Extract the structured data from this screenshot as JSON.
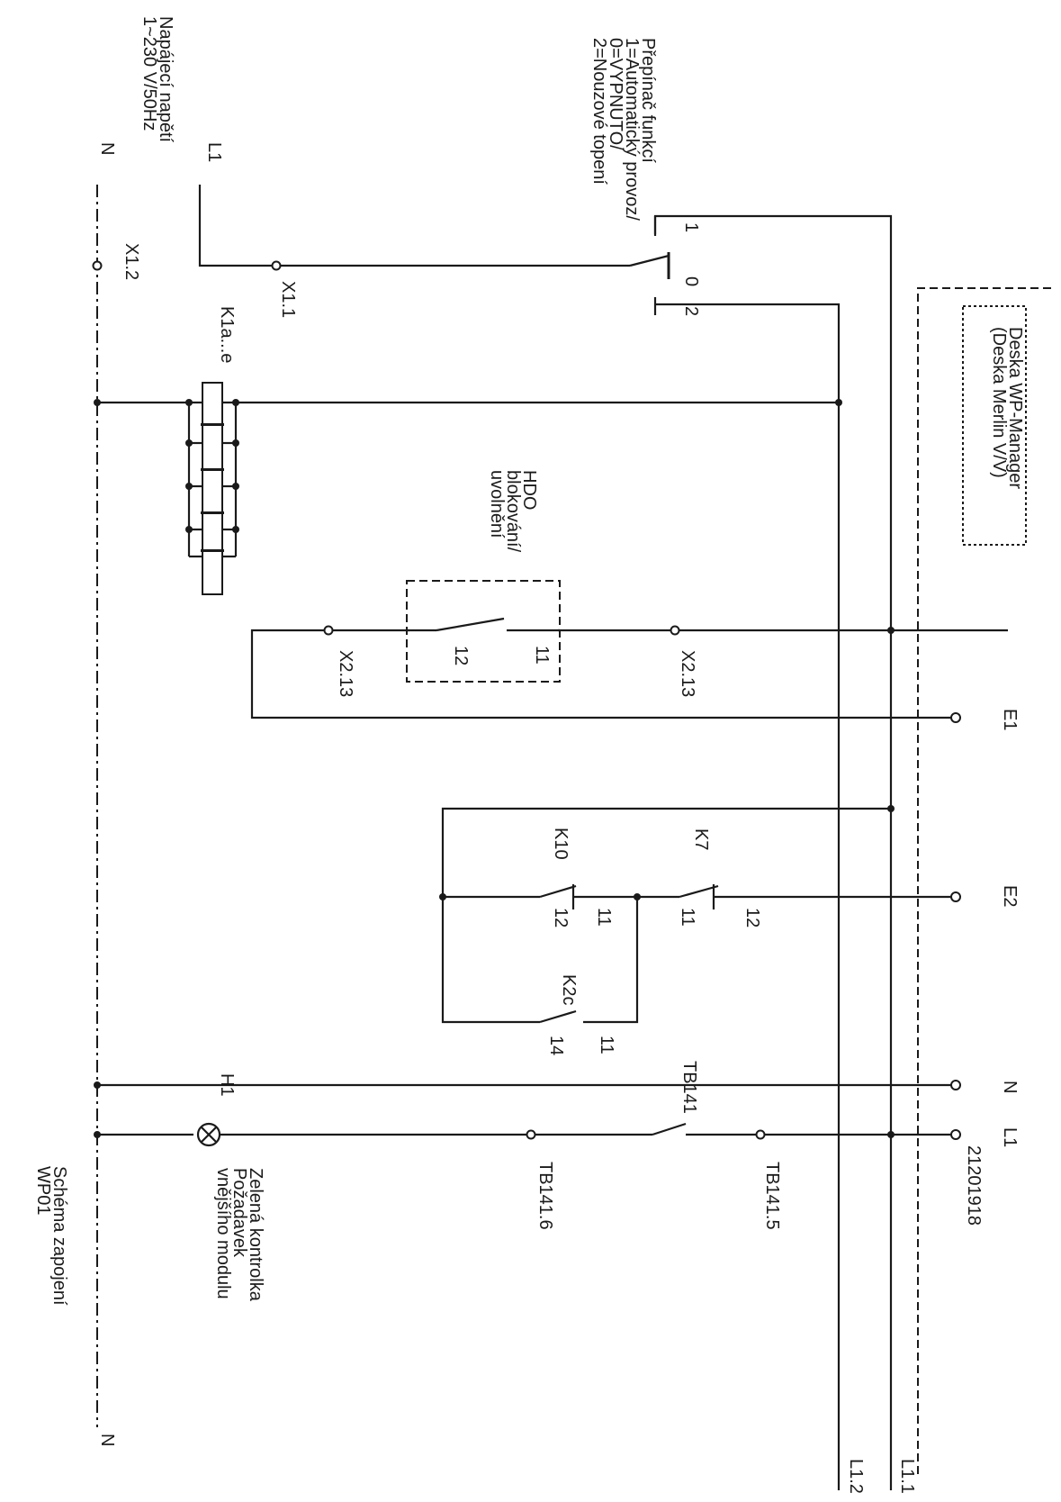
{
  "supply": {
    "title_line1": "Napájecí napětí",
    "title_line2": "1~230 V/50Hz",
    "l1": "L1",
    "n_top": "N",
    "n_bottom": "N"
  },
  "terminals": {
    "x1_1": "X1.1",
    "x1_2": "X1.2",
    "x2_13_left": "X2.13",
    "x2_13_right": "X2.13",
    "tb141_6": "TB141.6",
    "tb141_5": "TB141.5",
    "e1": "E1",
    "e2": "E2",
    "n_out": "N",
    "l1_out": "L1",
    "l1_1": "L1.1",
    "l1_2": "L1.2",
    "part_no": "21201918"
  },
  "switch": {
    "line1": "Přepínač funkcí",
    "line2": "1=Automatický provoz/",
    "line3": "0=VYPNUTO/",
    "line4": "2=Nouzové topení",
    "pos1": "1",
    "pos0": "0",
    "pos2": "2"
  },
  "relay_k1": {
    "label": "K1a...e"
  },
  "hdo": {
    "line1": "HDO",
    "line2": "blokování/",
    "line3": "uvolnění",
    "pin12": "12",
    "pin11": "11"
  },
  "contacts": {
    "k10": "K10",
    "k10_pin12": "12",
    "k10_pin11": "11",
    "k7": "K7",
    "k7_pin11": "11",
    "k7_pin12": "12",
    "k2c": "K2c",
    "k2c_pin14": "14",
    "k2c_pin11": "11",
    "tb141": "TB141"
  },
  "lamp": {
    "id": "H1",
    "line1": "Zelená kontrolka",
    "line2": "Požadavek",
    "line3": "vnějšího modulu"
  },
  "board": {
    "line1": "Deska WP-Manager",
    "line2": "(Deska Merlin V/V)"
  },
  "caption": {
    "line1": "Schéma zapojení",
    "line2": "WP01"
  }
}
